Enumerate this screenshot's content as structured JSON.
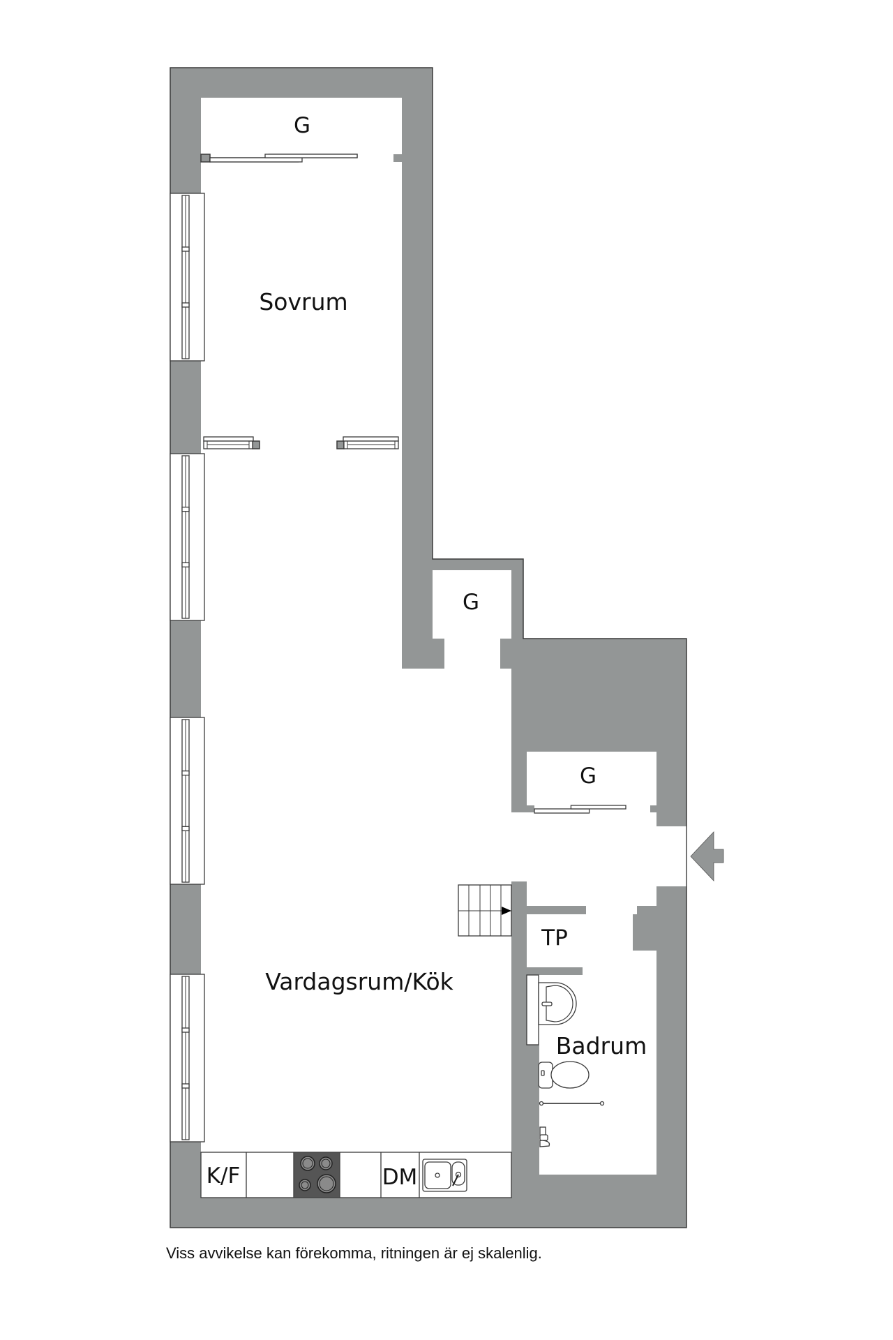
{
  "plan": {
    "type": "apartment floor plan",
    "colors": {
      "wall": "#939696",
      "outline": "#3a3a3a",
      "floor": "#ffffff",
      "cooktop": "#555555"
    },
    "rooms": [
      {
        "id": "sovrum",
        "label": "Sovrum"
      },
      {
        "id": "vardagsrum-kok",
        "label": "Vardagsrum/Kök"
      },
      {
        "id": "badrum",
        "label": "Badrum"
      }
    ],
    "storage": [
      {
        "id": "closet-top",
        "label": "G"
      },
      {
        "id": "closet-middle",
        "label": "G"
      },
      {
        "id": "closet-right",
        "label": "G"
      }
    ],
    "fixtures": {
      "fridge_freezer": "K/F",
      "dishwasher": "DM",
      "wardrobe": "TP",
      "cooktop": "cooktop-icon",
      "sink": "kitchen-sink-icon",
      "washbasin": "washbasin-icon",
      "toilet": "toilet-icon",
      "shower_rail": "shower-rail-icon",
      "shower_mixer": "shower-mixer-icon",
      "stairs": "stairs-icon",
      "entrance": "entrance-arrow-icon"
    },
    "window_count": 4
  },
  "footnote": "Viss avvikelse kan förekomma, ritningen är ej skalenlig."
}
